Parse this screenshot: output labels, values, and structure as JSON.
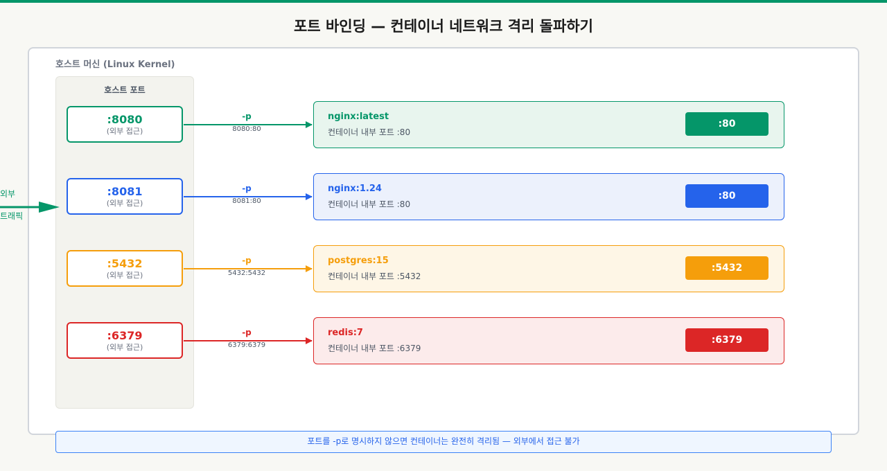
{
  "title": "포트 바인딩 — 컨테이너 네트워크 격리 돌파하기",
  "host": {
    "label": "호스트 머신 (Linux Kernel)",
    "column_title": "호스트 포트"
  },
  "external": {
    "line1": "외부",
    "line2": "트래픽"
  },
  "colors": {
    "green": "#059669",
    "blue": "#2563eb",
    "orange": "#f59e0b",
    "red": "#dc2626"
  },
  "bindings": [
    {
      "host_port": ":8080",
      "host_sub": "(외부 접근)",
      "flag": "-p",
      "mapping": "8080:80",
      "image": "nginx:latest",
      "desc": "컨테이너 내부 포트 :80",
      "container_port": ":80"
    },
    {
      "host_port": ":8081",
      "host_sub": "(외부 접근)",
      "flag": "-p",
      "mapping": "8081:80",
      "image": "nginx:1.24",
      "desc": "컨테이너 내부 포트 :80",
      "container_port": ":80"
    },
    {
      "host_port": ":5432",
      "host_sub": "(외부 접근)",
      "flag": "-p",
      "mapping": "5432:5432",
      "image": "postgres:15",
      "desc": "컨테이너 내부 포트 :5432",
      "container_port": ":5432"
    },
    {
      "host_port": ":6379",
      "host_sub": "(외부 접근)",
      "flag": "-p",
      "mapping": "6379:6379",
      "image": "redis:7",
      "desc": "컨테이너 내부 포트 :6379",
      "container_port": ":6379"
    }
  ],
  "footer": "포트를 -p로 명시하지 않으면 컨테이너는 완전히 격리됨 — 외부에서 접근 불가"
}
